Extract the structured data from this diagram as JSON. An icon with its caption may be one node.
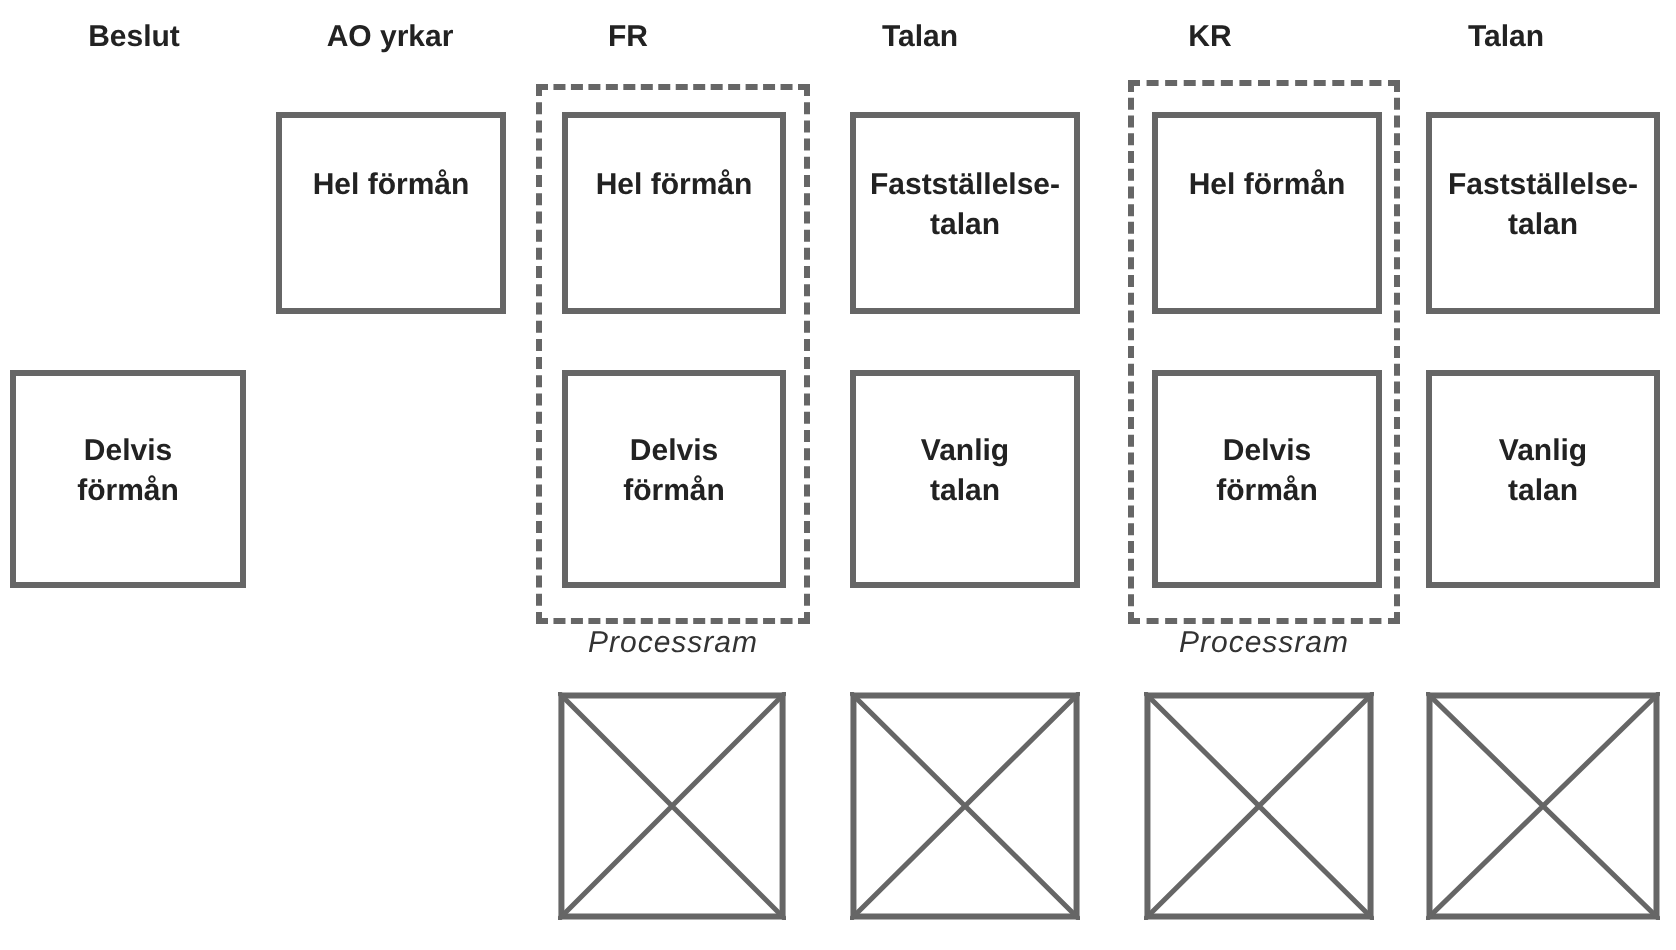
{
  "diagram": {
    "nodes": [
      {
        "text": [
          "Delvis förmån"
        ]
      },
      {
        "text": [
          "Hel förmån"
        ]
      },
      {
        "text": [],
        "shape": "box",
        "beside": [
          "Processram"
        ]
      },
      {
        "text": [
          "Hel förmån"
        ],
        "in": 2
      },
      {
        "text": [
          "Delvis förmån"
        ],
        "in": 2
      },
      {
        "text": [
          "Fastställelse-talan"
        ]
      },
      {
        "text": [
          "Vanlig talan"
        ]
      },
      {
        "text": [],
        "shape": "box",
        "beside": [
          "Processram"
        ]
      },
      {
        "text": [
          "Hel förmån"
        ],
        "in": 7
      },
      {
        "text": [
          "Delvis förmån"
        ],
        "in": 7
      },
      {
        "text": [
          "Fastställelse-talan"
        ]
      },
      {
        "text": [
          "Vanlig talan"
        ]
      },
      {
        "text": [],
        "shape": "box"
      },
      {
        "text": [],
        "shape": "box"
      },
      {
        "text": [],
        "shape": "box"
      },
      {
        "text": [],
        "shape": "box"
      }
    ],
    "edges": [],
    "labels": [
      "Beslut",
      "AO yrkar",
      "FR",
      "Talan",
      "KR",
      "Talan"
    ]
  }
}
